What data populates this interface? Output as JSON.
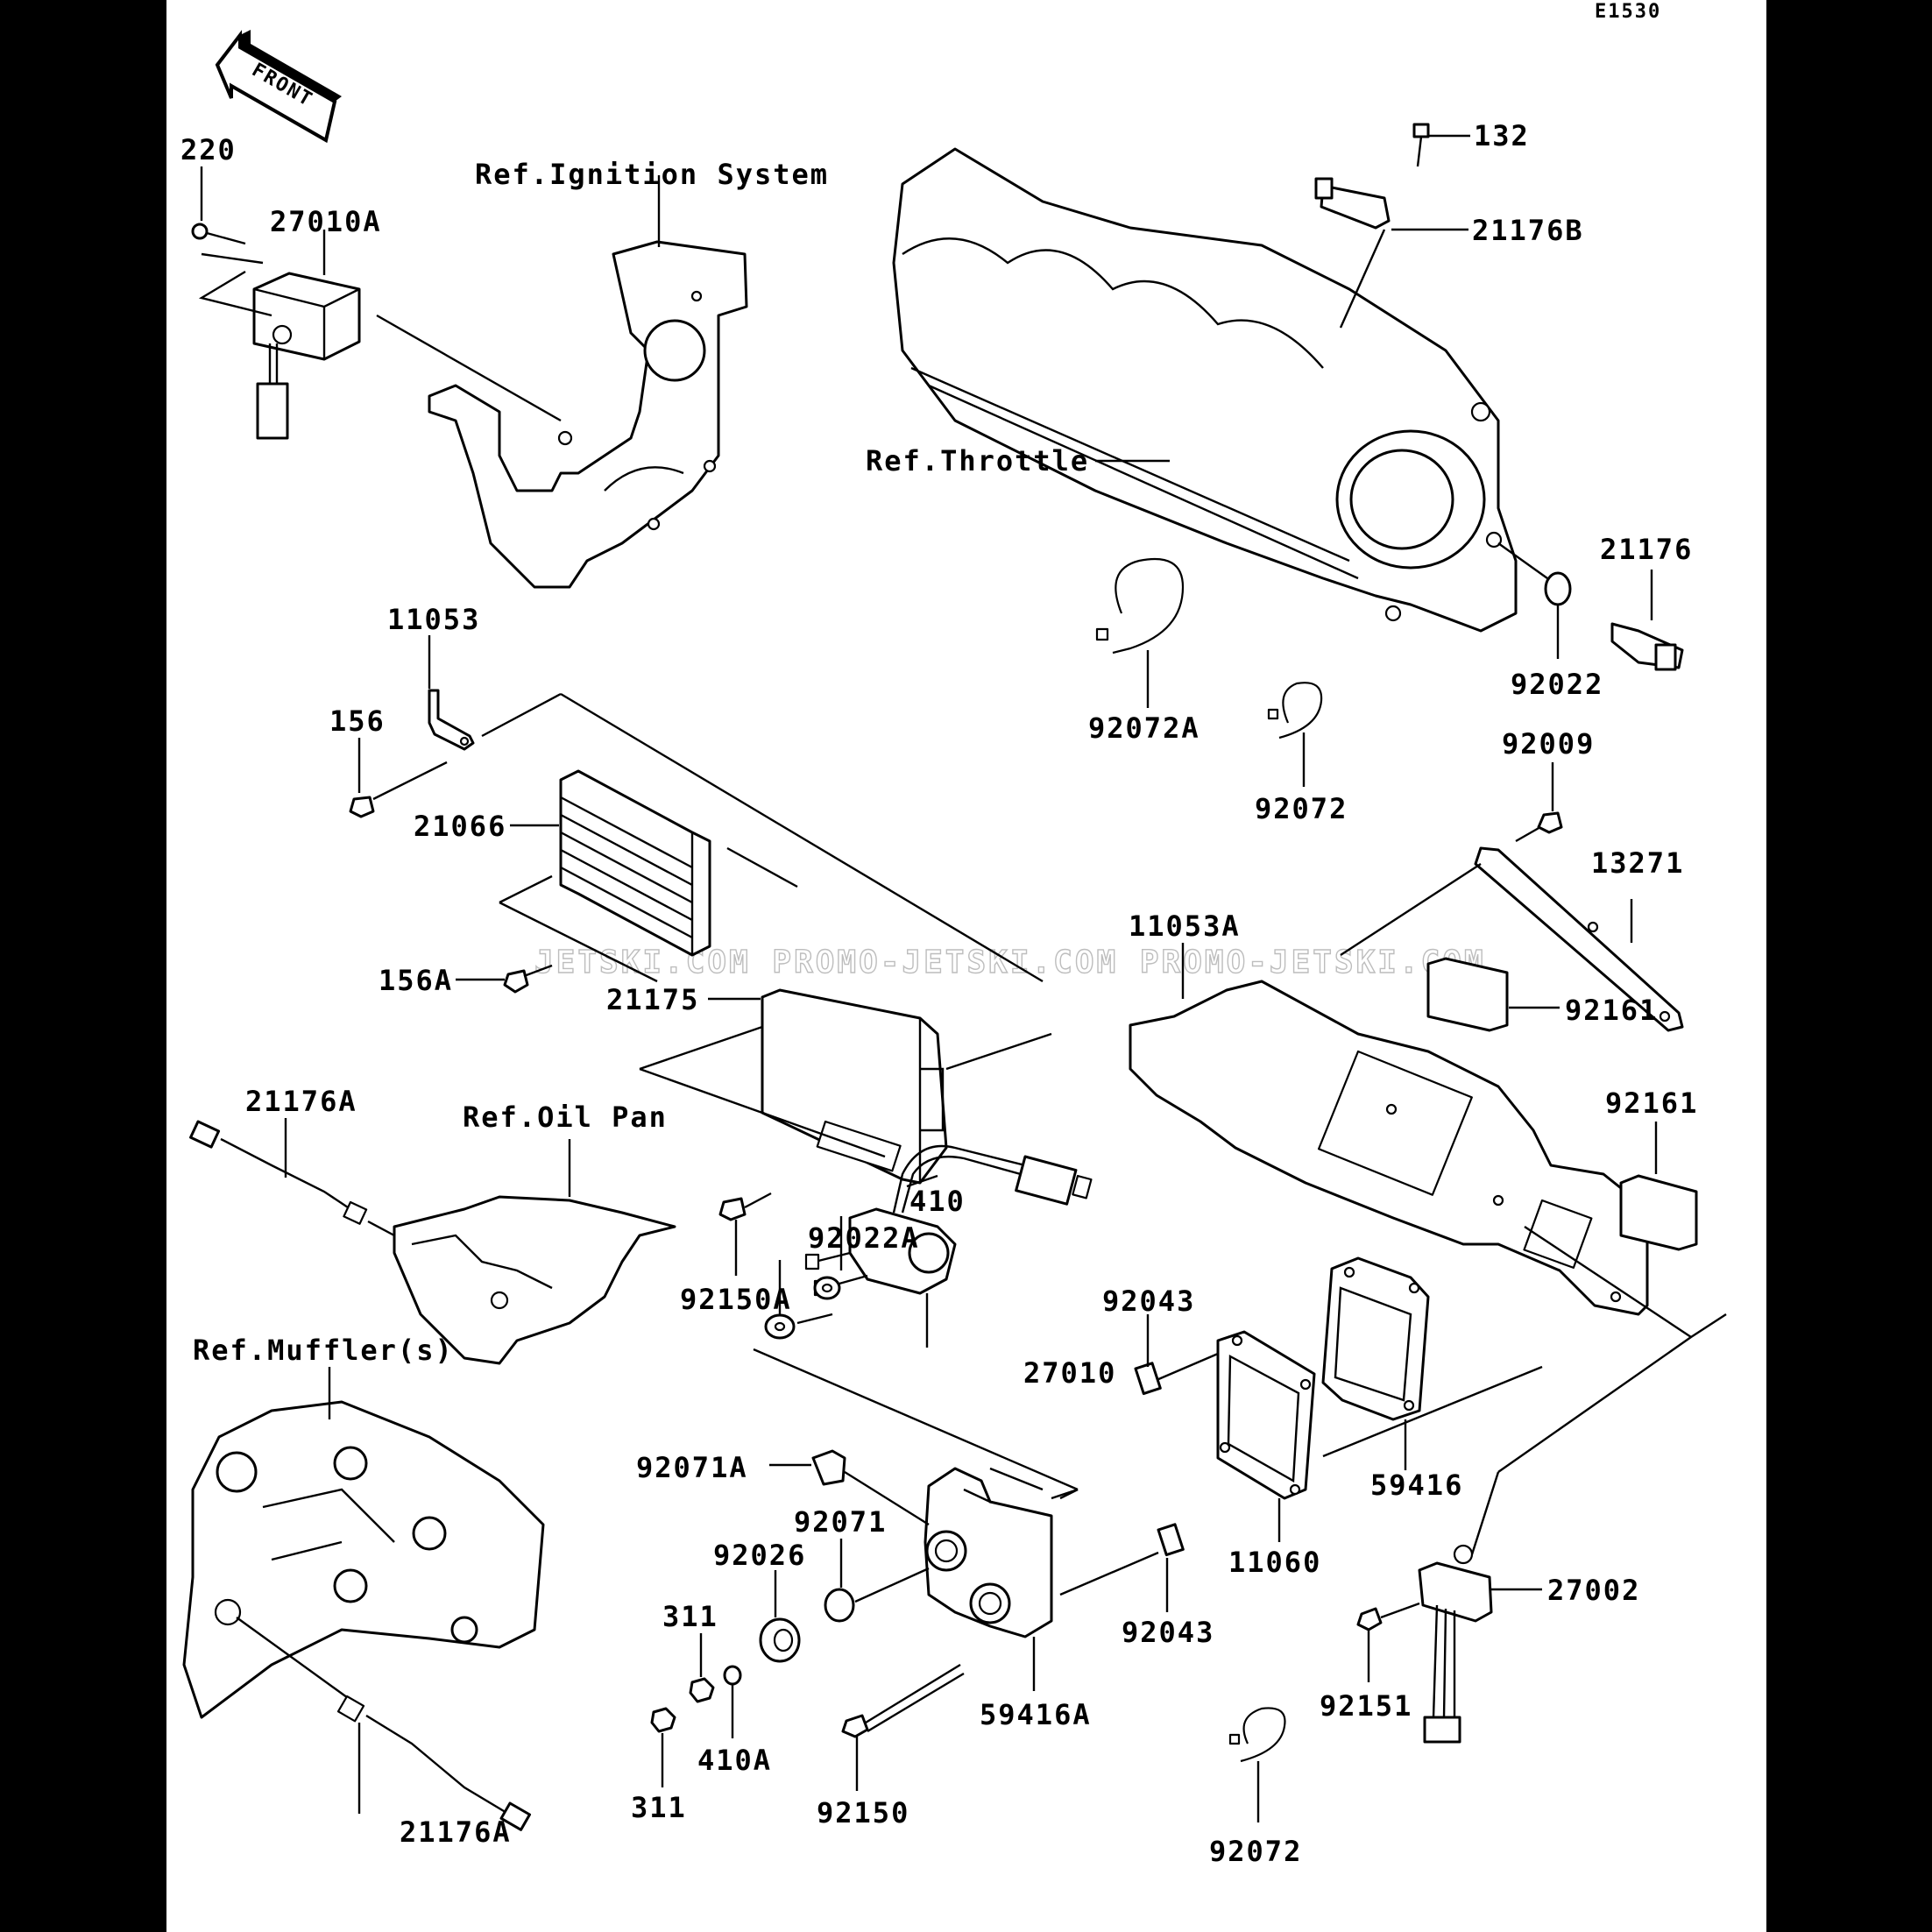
{
  "diagram_code": "E1530",
  "front_arrow_text": "FRONT",
  "watermark": "JETSKI.COM   PROMO-JETSKI.COM   PROMO-JETSKI.COM",
  "references": {
    "ignition": "Ref.Ignition System",
    "throttle": "Ref.Throttle",
    "oil_pan": "Ref.Oil Pan",
    "muffler": "Ref.Muffler(s)"
  },
  "parts": {
    "p220": "220",
    "p27010A": "27010A",
    "p132": "132",
    "p21176B": "21176B",
    "p21176": "21176",
    "p92022": "92022",
    "p11053": "11053",
    "p156": "156",
    "p21066": "21066",
    "p92072A": "92072A",
    "p92072_top": "92072",
    "p92009": "92009",
    "p13271": "13271",
    "p11053A": "11053A",
    "p92161_a": "92161",
    "p92161_b": "92161",
    "p156A": "156A",
    "p21175": "21175",
    "p21176A_top": "21176A",
    "p410": "410",
    "p92022A": "92022A",
    "p92150A": "92150A",
    "p92043_a": "92043",
    "p27010": "27010",
    "p59416": "59416",
    "p92071A": "92071A",
    "p92071": "92071",
    "p92026": "92026",
    "p311_a": "311",
    "p410A": "410A",
    "p311_b": "311",
    "p59416A": "59416A",
    "p92150": "92150",
    "p92043_b": "92043",
    "p11060": "11060",
    "p27002": "27002",
    "p92151": "92151",
    "p92072_bottom": "92072",
    "p21176A_bottom": "21176A"
  }
}
